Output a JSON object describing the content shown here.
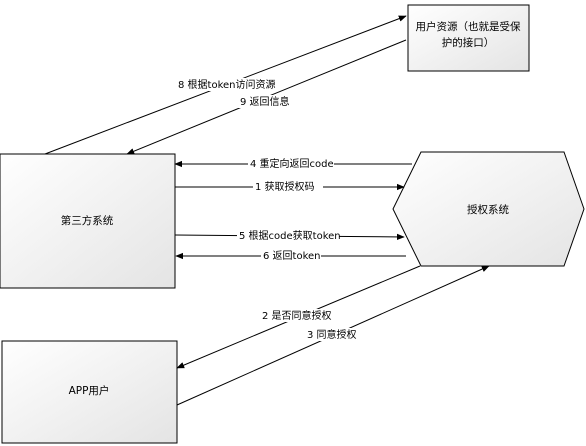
{
  "nodes": {
    "resource": {
      "line1": "用户资源（也就是受保",
      "line2": "护的接口）"
    },
    "third_party": {
      "label": "第三方系统"
    },
    "auth_system": {
      "label": "授权系统"
    },
    "app_user": {
      "label": "APP用户"
    }
  },
  "edges": {
    "e8": "8 根据token访问资源",
    "e9": "9 返回信息",
    "e4": "4 重定向返回code",
    "e1": "1 获取授权码",
    "e5": "5 根据code获取token",
    "e6": "6 返回token",
    "e2": "2 是否同意授权",
    "e3": "3 同意授权"
  }
}
